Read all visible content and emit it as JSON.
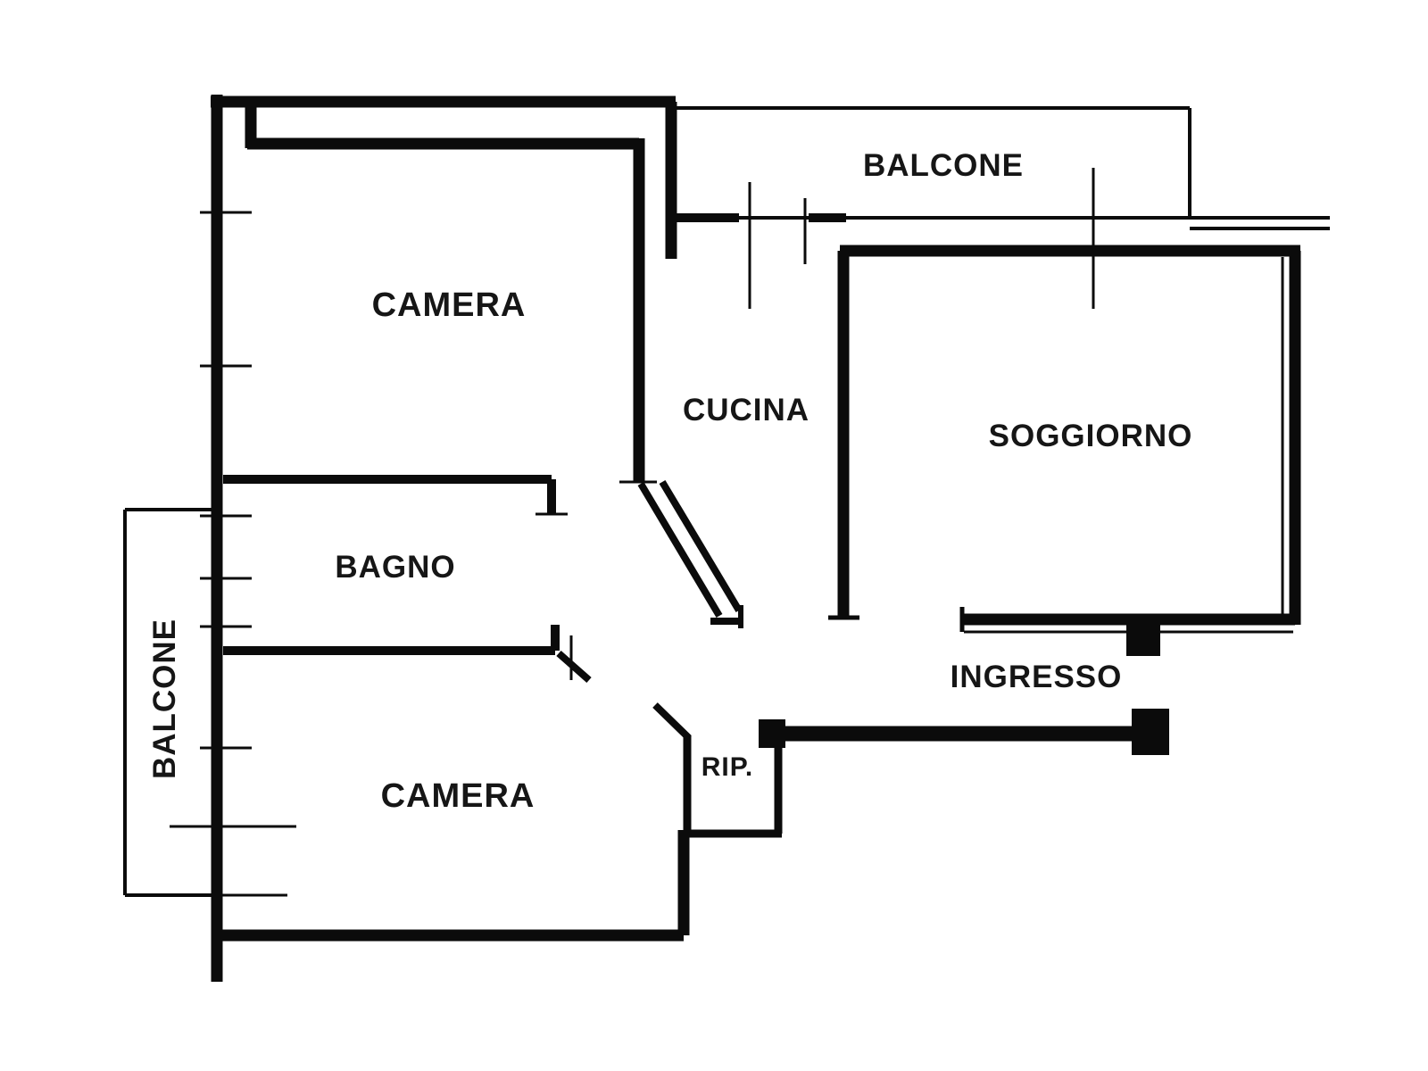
{
  "page": {
    "background": "#ffffff",
    "line_color": "#0b0b0b",
    "label_color": "#161616"
  },
  "rooms": {
    "balcone_top": {
      "label": "BALCONE"
    },
    "camera_top": {
      "label": "CAMERA"
    },
    "cucina": {
      "label": "CUCINA"
    },
    "soggiorno": {
      "label": "SOGGIORNO"
    },
    "bagno": {
      "label": "BAGNO"
    },
    "balcone_left": {
      "label": "BALCONE"
    },
    "ingresso": {
      "label": "INGRESSO"
    },
    "ripostiglio": {
      "label": "RIP."
    },
    "camera_bottom": {
      "label": "CAMERA"
    }
  }
}
